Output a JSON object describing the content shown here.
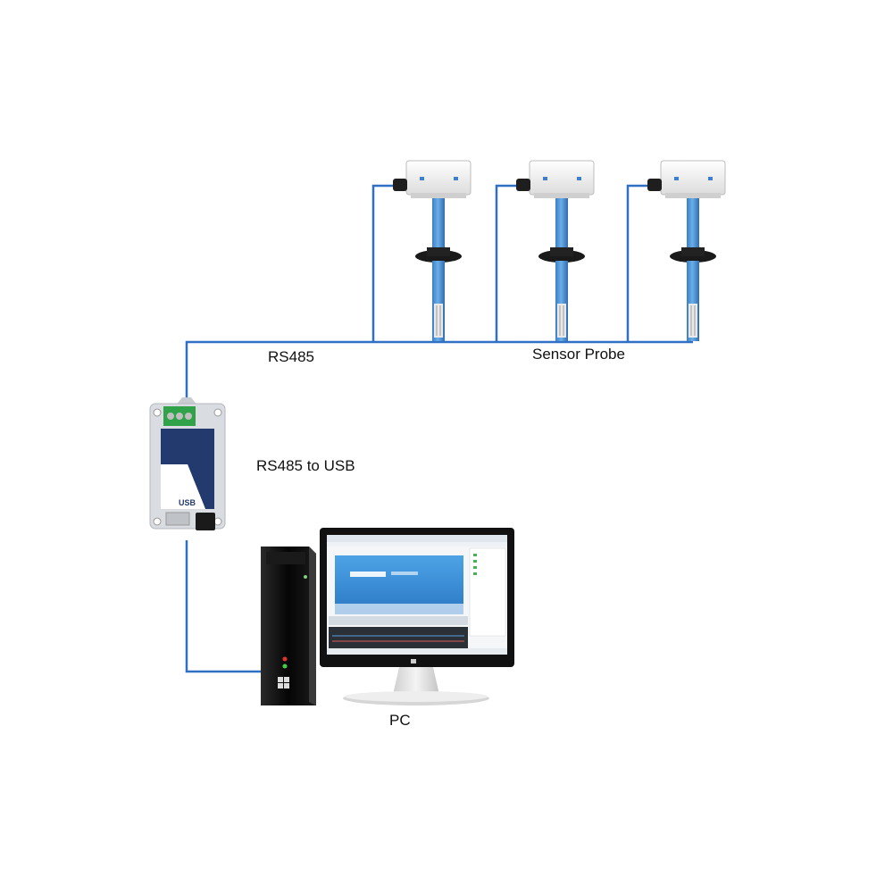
{
  "labels": {
    "bus": "RS485",
    "probes": "Sensor Probe",
    "converter": "RS485 to USB",
    "pc": "PC"
  },
  "converter_device": {
    "port_label": "USB"
  },
  "colors": {
    "wire": "#2f6fc4",
    "probe_tube": "#4a90d6",
    "probe_head": "#f2f2f2",
    "flange": "#1a1a1a",
    "converter_body": "#d9dde2",
    "converter_panel": "#233a6e",
    "tower": "#0d0d0d",
    "monitor_frame": "#111111",
    "screen_banner": "#3a8fd8"
  },
  "icons": {
    "probe": "sensor-probe-icon",
    "converter": "usb-converter-icon",
    "tower": "pc-tower-icon",
    "monitor": "monitor-icon"
  }
}
